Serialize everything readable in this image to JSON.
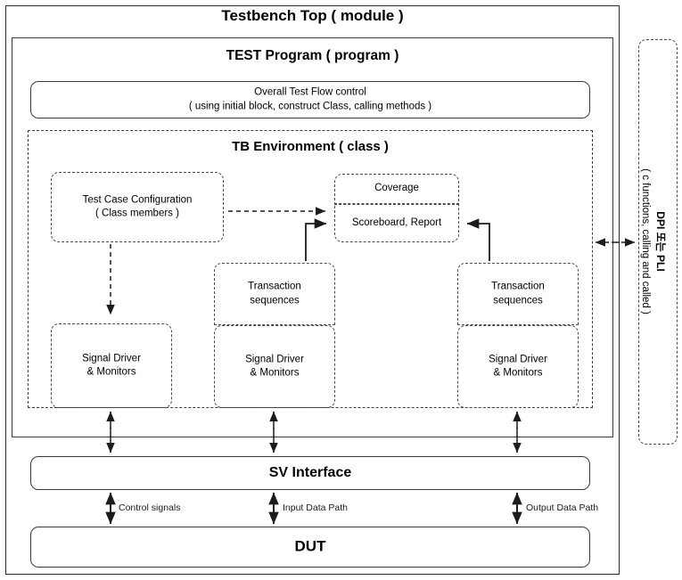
{
  "diagram": {
    "outer": {
      "title": "Testbench Top ( module )"
    },
    "test_program": {
      "title": "TEST Program ( program )"
    },
    "flow_control": {
      "line1": "Overall Test Flow control",
      "line2": "( using initial block, construct Class, calling methods )"
    },
    "tb_environment": {
      "title": "TB Environment ( class )"
    },
    "test_case_config": {
      "line1": "Test Case Configuration",
      "line2": "( Class members )"
    },
    "coverage": {
      "label": "Coverage"
    },
    "scoreboard": {
      "label": "Scoreboard, Report"
    },
    "transaction_mid": {
      "line1": "Transaction",
      "line2": "sequences"
    },
    "transaction_right": {
      "line1": "Transaction",
      "line2": "sequences"
    },
    "signal_driver_left": {
      "line1": "Signal Driver",
      "line2": "& Monitors"
    },
    "signal_driver_mid": {
      "line1": "Signal Driver",
      "line2": "& Monitors"
    },
    "signal_driver_right": {
      "line1": "Signal Driver",
      "line2": "& Monitors"
    },
    "sv_interface": {
      "label": "SV Interface"
    },
    "dut": {
      "label": "DUT"
    },
    "dpi_pli": {
      "line1": "DPI 또는 PLI",
      "line2": "( c functions, calling and called )"
    },
    "bus_labels": {
      "control": "Control signals",
      "input": "Input Data Path",
      "output": "Output Data Path"
    },
    "colors": {
      "stroke": "#2b2b2b",
      "dashed_stroke": "#3d3d3d",
      "background": "#ffffff",
      "text": "#000000"
    }
  }
}
